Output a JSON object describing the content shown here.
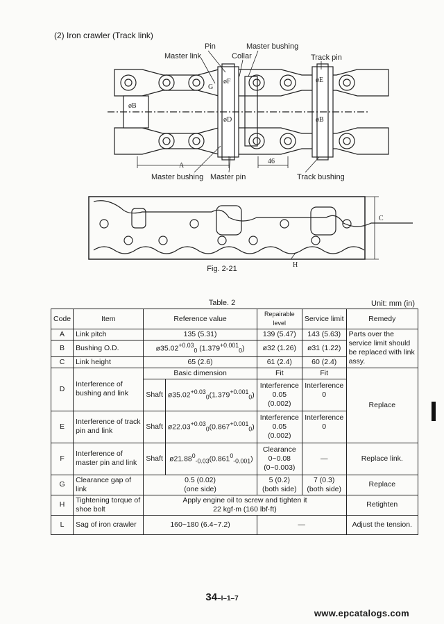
{
  "section_title": "(2) Iron crawler (Track link)",
  "figure": {
    "callouts": {
      "pin": "Pin",
      "master_bushing_top": "Master bushing",
      "master_link": "Master link",
      "collar": "Collar",
      "track_pin": "Track pin",
      "master_bushing_bottom": "Master bushing",
      "master_pin": "Master pin",
      "track_bushing": "Track bushing"
    },
    "dims": {
      "phi_b_left": "øB",
      "phi_f": "øF",
      "phi_d": "øD",
      "phi_e": "øE",
      "phi_b_right": "øB",
      "a": "A",
      "dim_46": "46",
      "g": "G",
      "c": "C",
      "h": "H"
    },
    "caption": "Fig. 2-21"
  },
  "table": {
    "title": "Table. 2",
    "unit": "Unit: mm (in)",
    "headers": {
      "code": "Code",
      "item": "Item",
      "reference": "Reference value",
      "repairable": "Repairable level",
      "service": "Service limit",
      "remedy": "Remedy"
    },
    "rows": {
      "a": {
        "code": "A",
        "item": "Link pitch",
        "ref": "135 (5.31)",
        "rep": "139 (5.47)",
        "svc": "143 (5.63)"
      },
      "b": {
        "code": "B",
        "item": "Bushing O.D.",
        "ref_base": "ø35.02",
        "ref_sup": "+0.03",
        "ref_sub": "0",
        "ref_in_base": " (1.379",
        "ref_in_sup": "+0.001",
        "ref_in_sub": "0",
        "ref_in_end": ")",
        "rep": "ø32 (1.26)",
        "svc": "ø31 (1.22)"
      },
      "abc_remedy": "Parts over the service limit should be replaced with link assy.",
      "c": {
        "code": "C",
        "item": "Link height",
        "ref": "65 (2.6)",
        "rep": "61 (2.4)",
        "svc": "60 (2.4)"
      },
      "d_head": {
        "basic": "Basic dimension",
        "fit1": "Fit",
        "fit2": "Fit"
      },
      "d": {
        "code": "D",
        "item": "Interference of bushing and link",
        "shaft": "Shaft",
        "ref_base": "ø35.02",
        "ref_sup": "+0.03",
        "ref_sub": "0",
        "ref_in_base": "(1.379",
        "ref_in_sup": "+0.001",
        "ref_in_sub": "0",
        "ref_in_end": ")",
        "rep1": "Interference",
        "rep2": "0.05",
        "rep3": "(0.002)",
        "svc1": "Interference",
        "svc2": "0"
      },
      "de_remedy": "Replace",
      "e": {
        "code": "E",
        "item": "Interference of track pin and link",
        "shaft": "Shaft",
        "ref_base": "ø22.03",
        "ref_sup": "+0.03",
        "ref_sub": "0",
        "ref_in_base": "(0.867",
        "ref_in_sup": "+0.001",
        "ref_in_sub": "0",
        "ref_in_end": ")",
        "rep1": "Interference",
        "rep2": "0.05",
        "rep3": "(0.002)",
        "svc1": "Interference",
        "svc2": "0"
      },
      "f": {
        "code": "F",
        "item": "Interference of master pin and link",
        "shaft": "Shaft",
        "ref_base": "ø21.88",
        "ref_sup": "0",
        "ref_sub": "-0.03",
        "ref_in_base": "(0.861",
        "ref_in_sup": "0",
        "ref_in_sub": "-0.001",
        "ref_in_end": ")",
        "rep1": "Clearance",
        "rep2": "0~0.08",
        "rep3": "(0~0.003)",
        "svc": "—",
        "remedy": "Replace link."
      },
      "g": {
        "code": "G",
        "item": "Clearance gap of link",
        "ref1": "0.5 (0.02)",
        "ref2": "(one side)",
        "rep1": "5 (0.2)",
        "rep2": "(both side)",
        "svc1": "7 (0.3)",
        "svc2": "(both side)",
        "remedy": "Replace"
      },
      "h": {
        "code": "H",
        "item": "Tightening torque of shoe bolt",
        "ref1": "Apply engine oil to screw and tighten it",
        "ref2": "22 kgf·m (160 lbf·ft)",
        "remedy": "Retighten"
      },
      "l": {
        "code": "L",
        "item": "Sag of iron crawler",
        "ref": "160~180 (6.4~7.2)",
        "rep": "—",
        "remedy": "Adjust the tension."
      }
    }
  },
  "page_number": {
    "main": "34",
    "sub": "–I–1–7"
  },
  "watermark": "www.epcatalogs.com"
}
